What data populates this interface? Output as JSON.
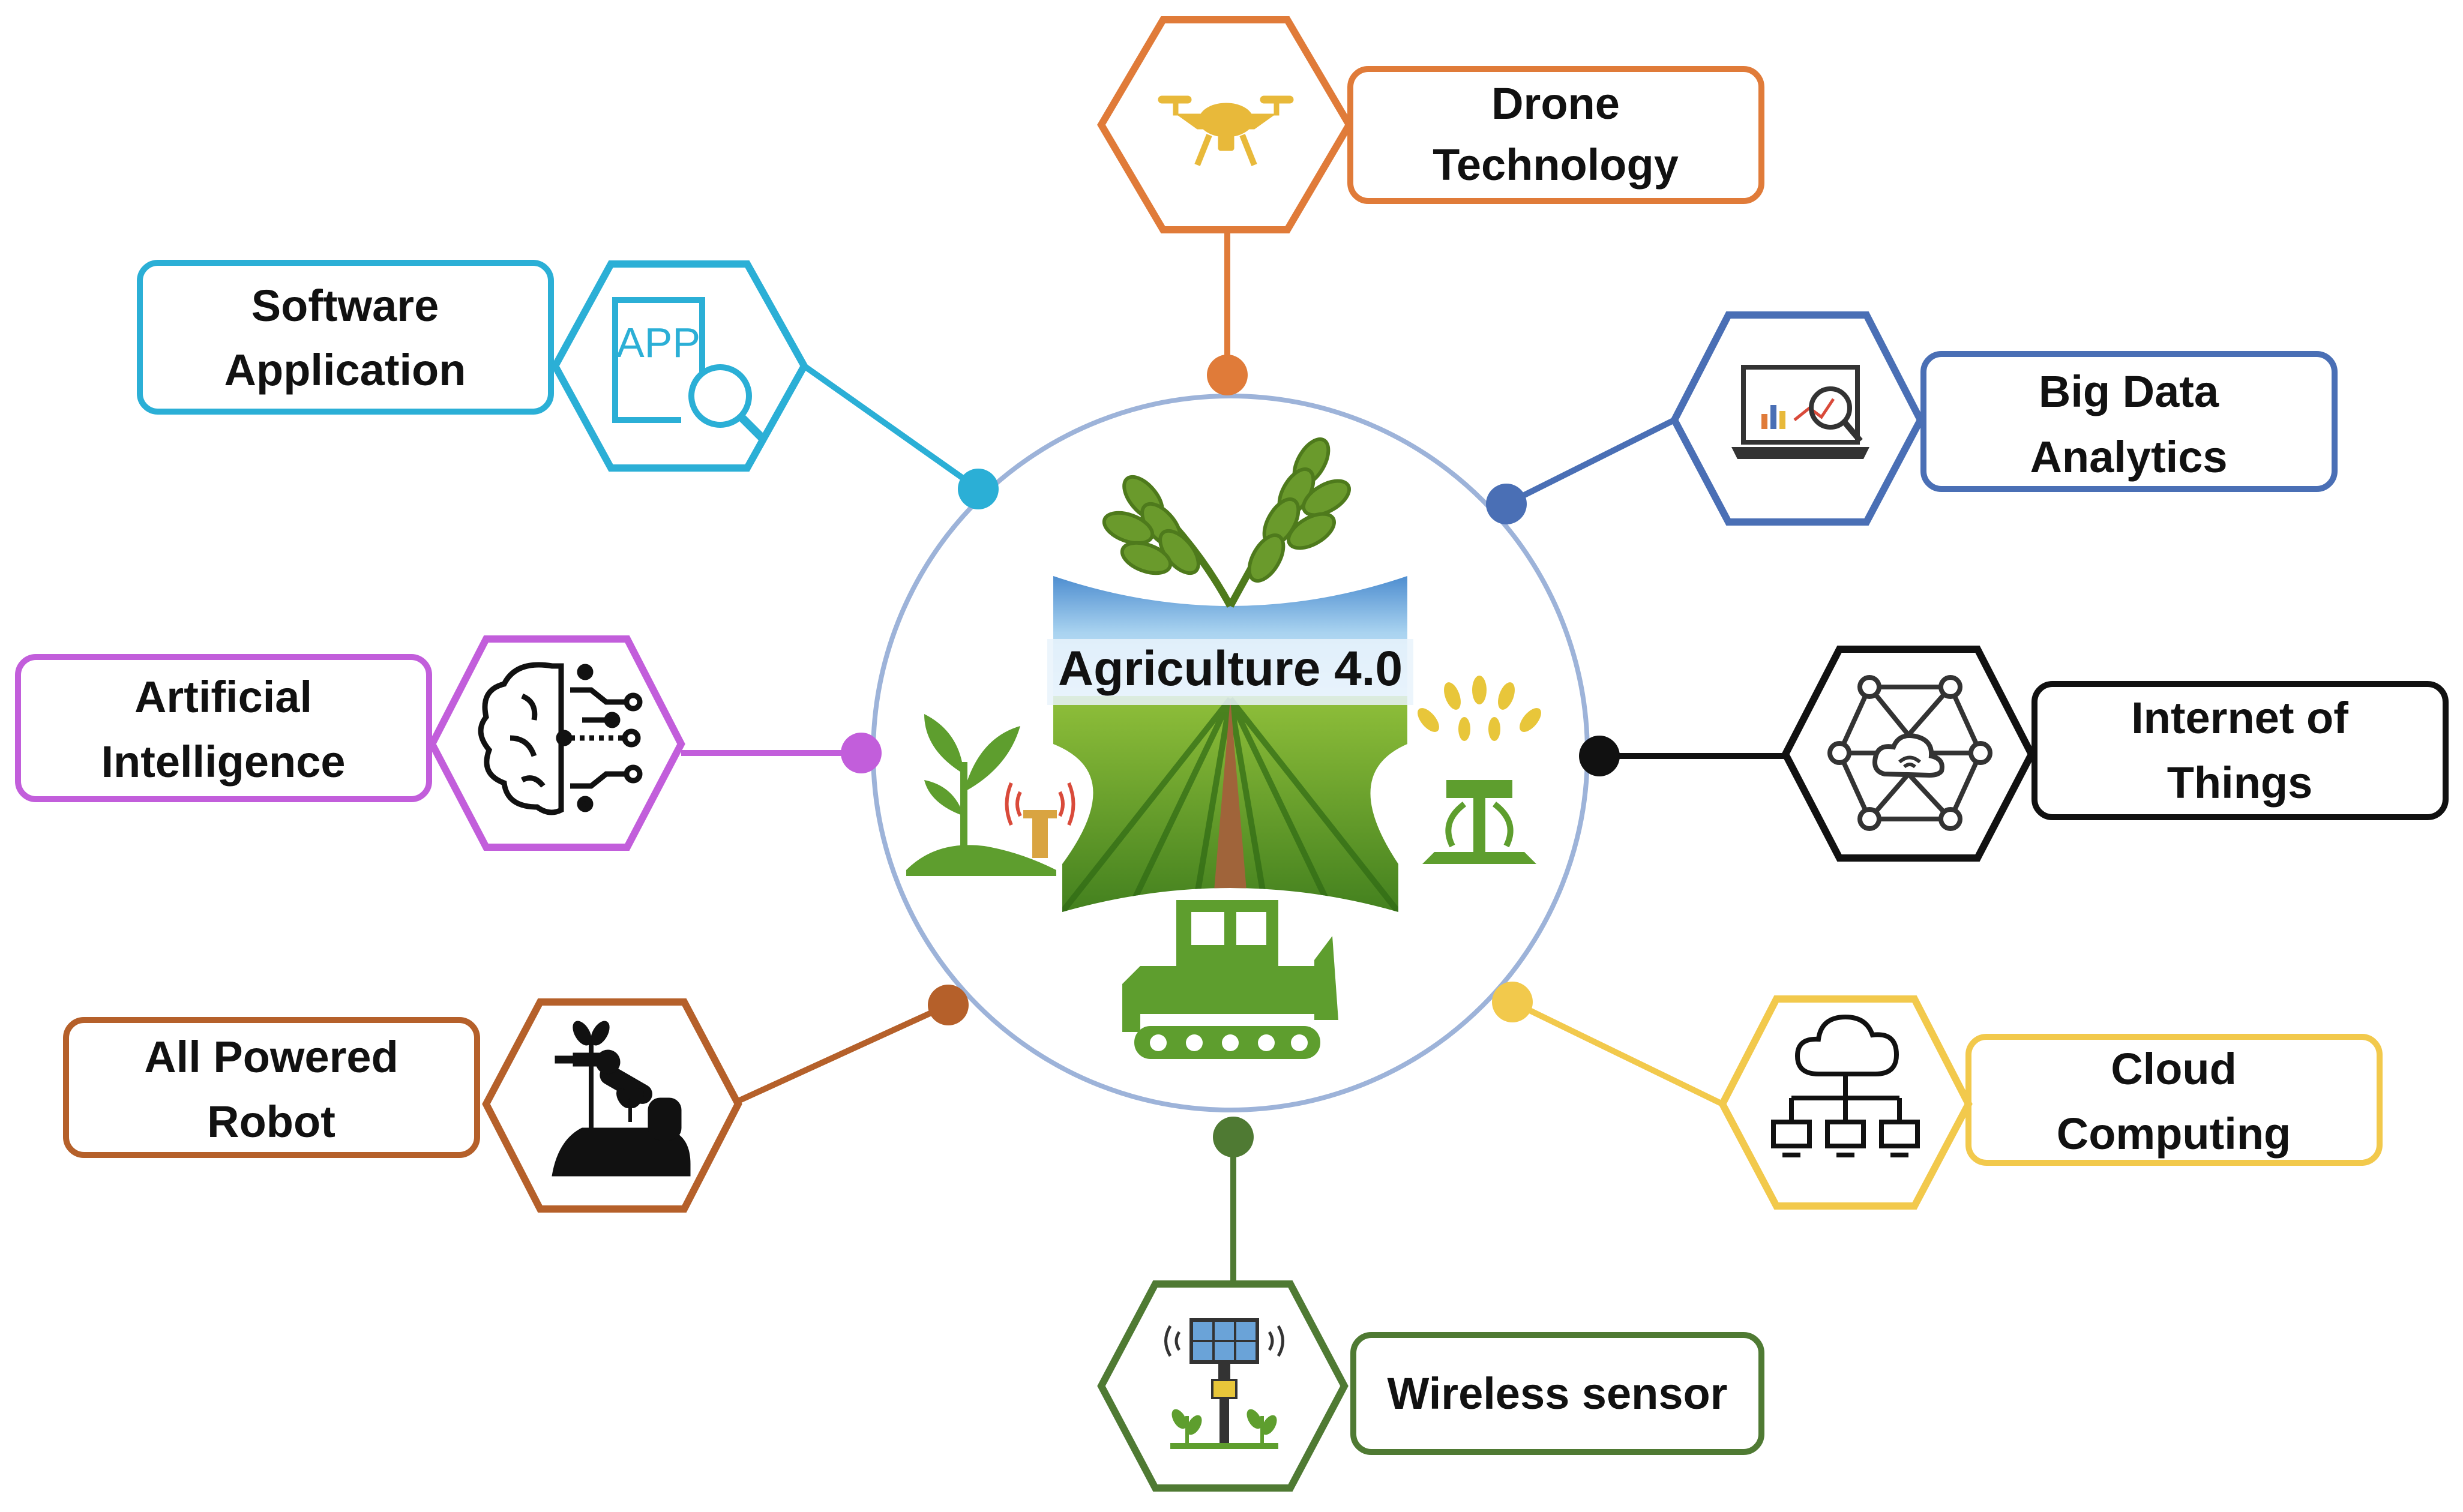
{
  "center": {
    "title": "Agriculture 4.0"
  },
  "colors": {
    "drone": "#E07B39",
    "software": "#2BAFD6",
    "bigdata": "#4A6FB5",
    "ai": "#C25EDB",
    "iot": "#111111",
    "robot": "#B5602A",
    "cloud": "#F2C94C",
    "wireless": "#4F7A33",
    "hub": "#9DB3D9",
    "plant_green": "#5E9E2E"
  },
  "nodes": [
    {
      "key": "drone",
      "line1": "Drone",
      "line2": "Technology",
      "icon": "drone-icon"
    },
    {
      "key": "software",
      "line1": "Software",
      "line2": "Application",
      "icon": "app-search-icon"
    },
    {
      "key": "bigdata",
      "line1": "Big Data",
      "line2": "Analytics",
      "icon": "laptop-analytics-icon"
    },
    {
      "key": "ai",
      "line1": "Artificial",
      "line2": "Intelligence",
      "icon": "brain-circuit-icon"
    },
    {
      "key": "iot",
      "line1": "Internet of",
      "line2": "Things",
      "icon": "cloud-network-icon"
    },
    {
      "key": "robot",
      "line1": "All Powered",
      "line2": "Robot",
      "icon": "robot-arm-plant-icon"
    },
    {
      "key": "cloud",
      "line1": "Cloud",
      "line2": "Computing",
      "icon": "cloud-computing-icon"
    },
    {
      "key": "wireless",
      "line1": "Wireless sensor",
      "line2": "",
      "icon": "solar-sensor-icon"
    }
  ]
}
